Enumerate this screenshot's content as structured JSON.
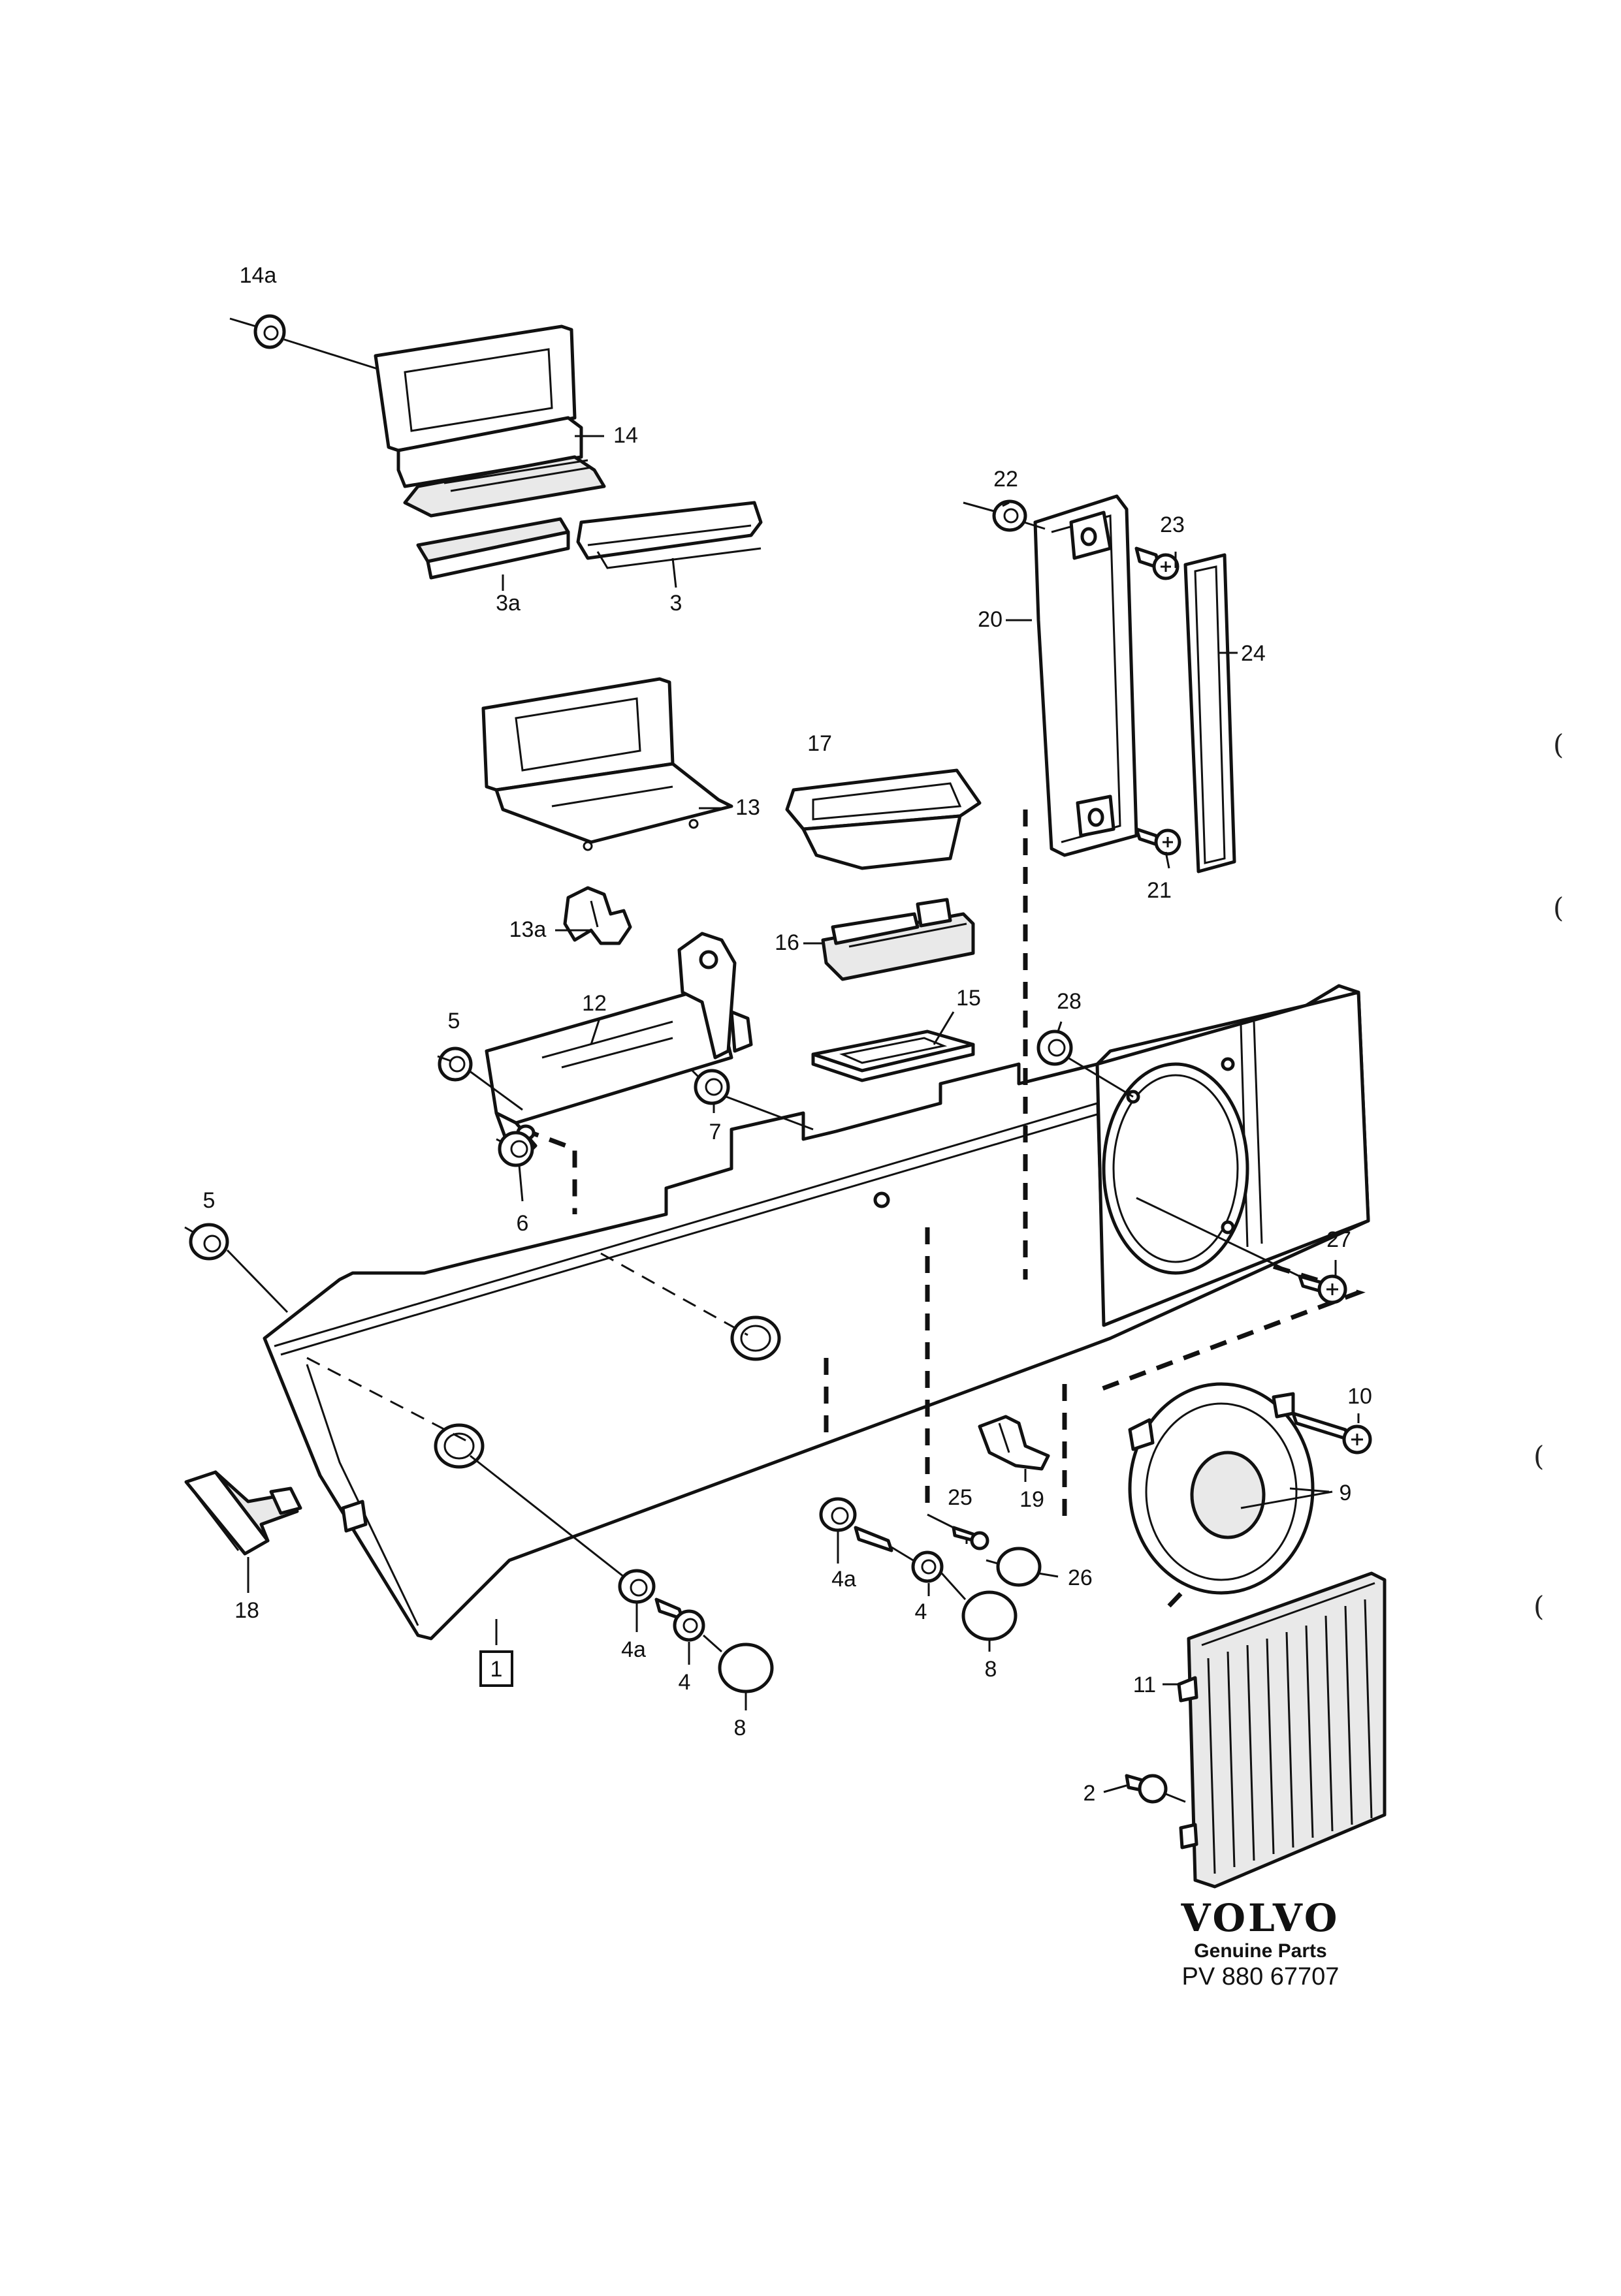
{
  "callouts": {
    "c1": "1",
    "c2": "2",
    "c3": "3",
    "c3a": "3a",
    "c4_left": "4",
    "c4_right": "4",
    "c4a_left": "4a",
    "c4a_right": "4a",
    "c5_upper": "5",
    "c5_lower": "5",
    "c6": "6",
    "c7": "7",
    "c8_left": "8",
    "c8_right": "8",
    "c9": "9",
    "c10": "10",
    "c11": "11",
    "c12": "12",
    "c13": "13",
    "c13a": "13a",
    "c14": "14",
    "c14a": "14a",
    "c15": "15",
    "c16": "16",
    "c17": "17",
    "c18": "18",
    "c19": "19",
    "c20": "20",
    "c21": "21",
    "c22": "22",
    "c23": "23",
    "c24": "24",
    "c25": "25",
    "c26": "26",
    "c27": "27",
    "c28": "28"
  },
  "branding": {
    "logo_text": "VOLVO",
    "subtitle": "Genuine Parts",
    "part_code": "PV 880 67707"
  },
  "margin_marks": [
    "(",
    "(",
    "(",
    "("
  ]
}
